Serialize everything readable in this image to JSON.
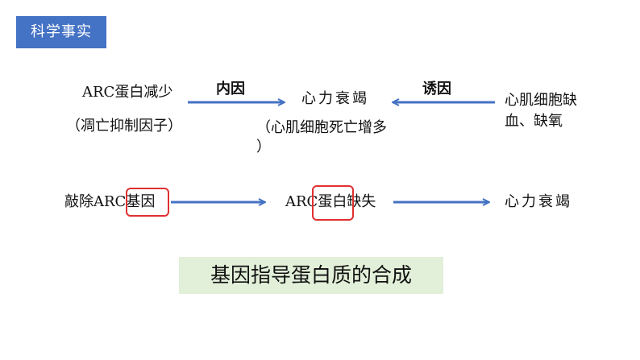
{
  "title_badge": "科学事实",
  "row1": {
    "arc_reduced": "ARC蛋白减少",
    "arc_note": "（凋亡抑制因子）",
    "internal_cause": "内因",
    "heart_failure": "心力衰竭",
    "heart_note_line1": "（心肌细胞死亡增多",
    "heart_note_line2": "）",
    "external_cause": "诱因",
    "ischemia_line1": "心肌细胞缺",
    "ischemia_line2": "血、缺氧"
  },
  "row2": {
    "knockout_prefix": "敲除ARC",
    "knockout_gene": "基因",
    "arc_prefix": "ARC",
    "arc_protein": "蛋白",
    "arc_missing": "缺失",
    "heart_failure": "心力衰竭"
  },
  "conclusion": "基因指导蛋白质的合成",
  "colors": {
    "badge": "#4472c4",
    "arrow": "#4472c4",
    "highlight": "#e03030",
    "conclusion_bg": "#e2efd9"
  }
}
